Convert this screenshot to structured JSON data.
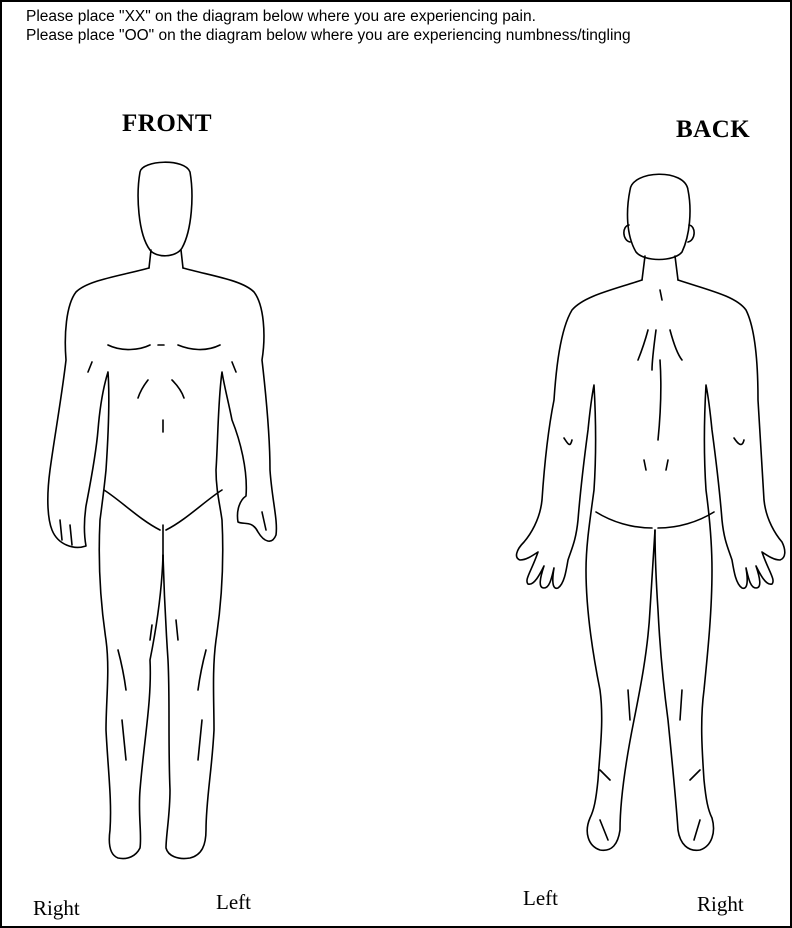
{
  "instructions": {
    "pain": "Please place \"XX\" on the diagram below where you are experiencing pain.",
    "numbness": "Please place \"OO\" on the diagram below where you are experiencing numbness/tingling"
  },
  "front": {
    "heading": "FRONT",
    "label_right": "Right",
    "label_left": "Left"
  },
  "back": {
    "heading": "BACK",
    "label_left": "Left",
    "label_right": "Right"
  },
  "colors": {
    "ink": "#000000",
    "paper": "#ffffff"
  }
}
